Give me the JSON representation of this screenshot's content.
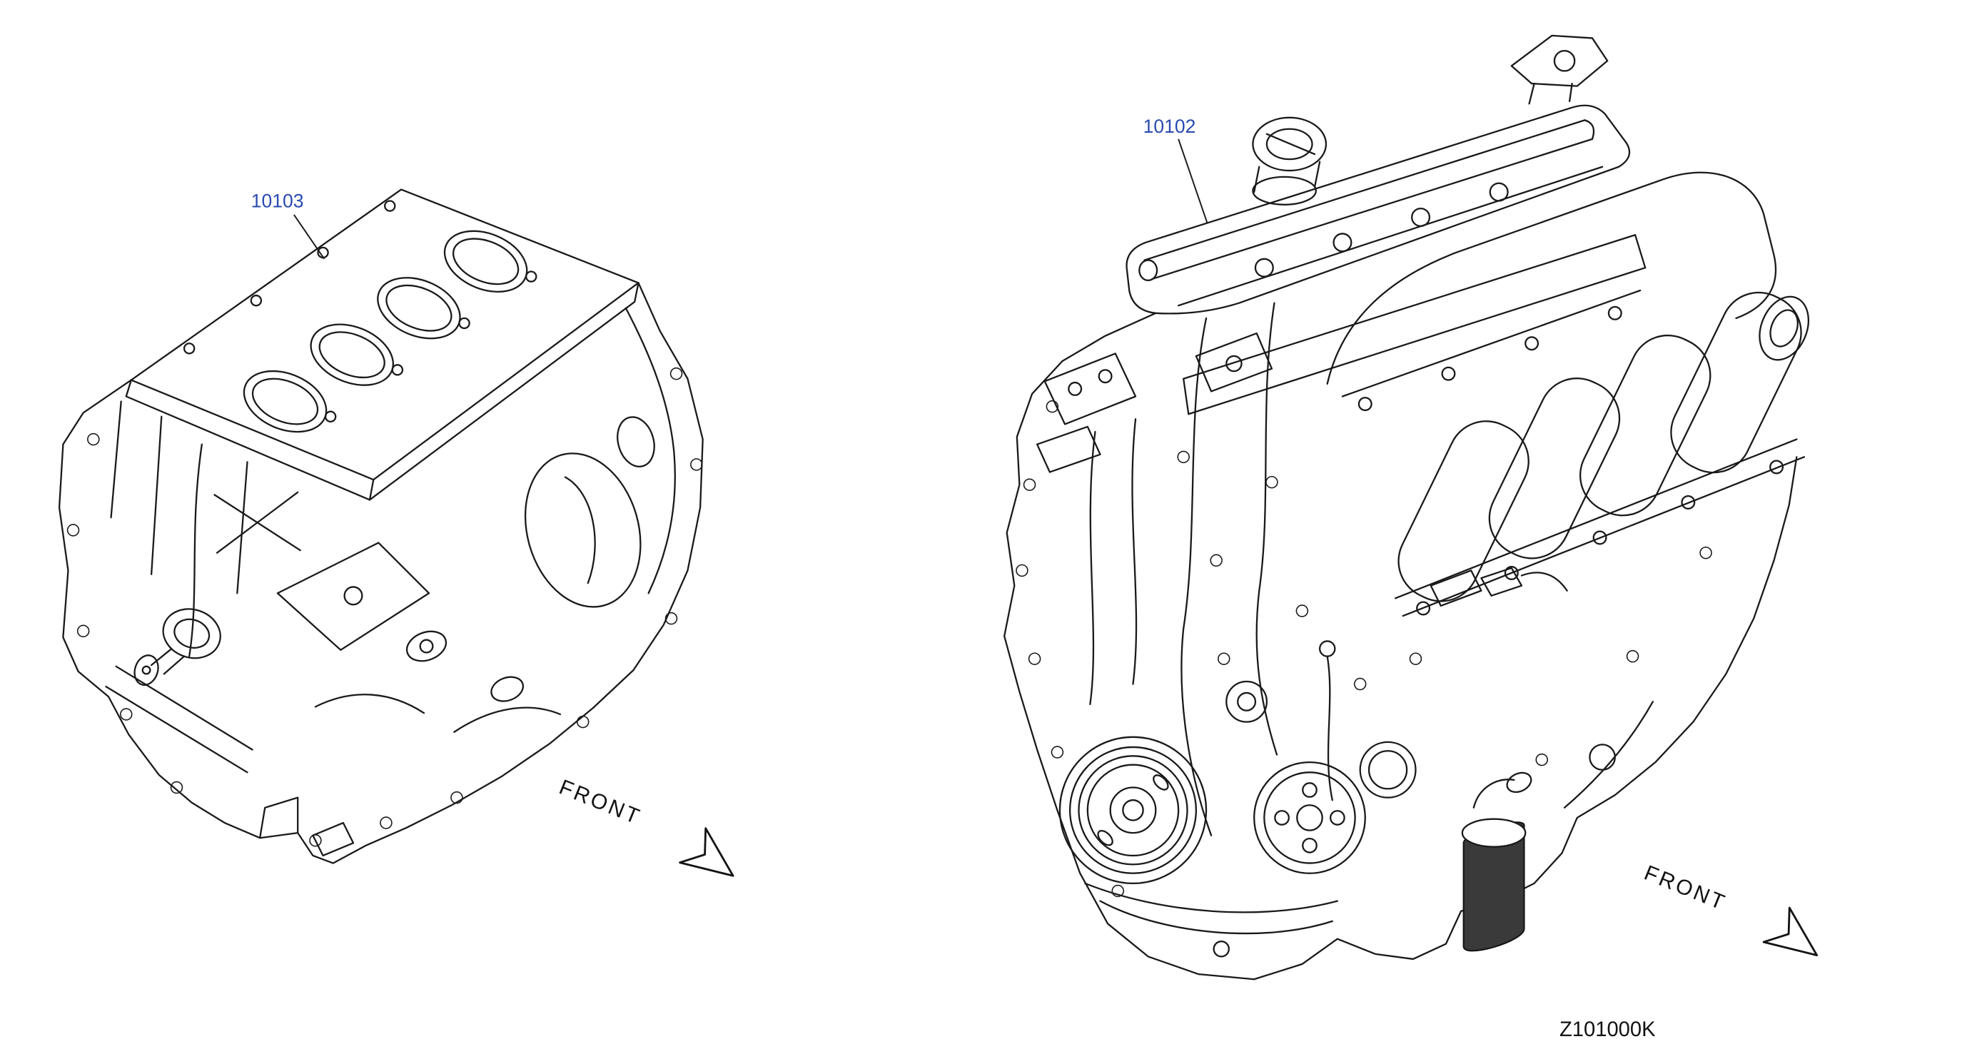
{
  "diagram": {
    "code": "Z101000K",
    "part_labels": [
      {
        "text": "10103"
      },
      {
        "text": "10102"
      }
    ],
    "front_labels": [
      {
        "text": "FRONT"
      },
      {
        "text": "FRONT"
      }
    ],
    "colors": {
      "part_label": "#2a4ab0",
      "line_art": "#1a1a1a",
      "background": "#ffffff"
    }
  }
}
